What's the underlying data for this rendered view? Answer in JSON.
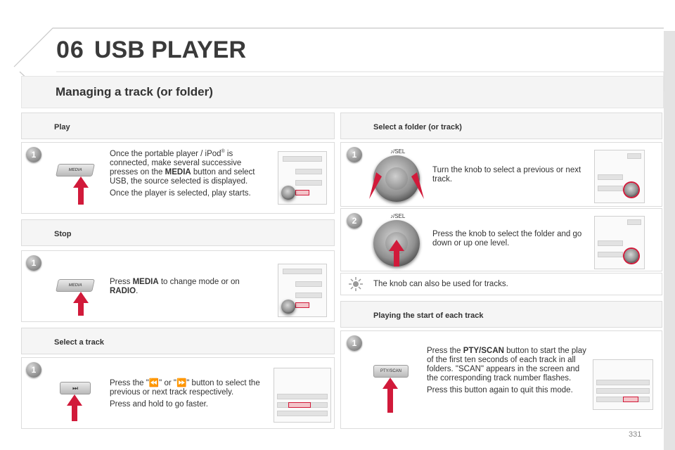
{
  "header": {
    "chapter": "06",
    "title": "USB PLAYER"
  },
  "section_title": "Managing a track (or folder)",
  "play": {
    "label": "Play",
    "step": "1",
    "button_label": "MEDIA",
    "line1": "Once the portable player / iPod",
    "reg": "®",
    "line1b": " is connected, make several successive presses on the ",
    "media": "MEDIA",
    "line1c": " button and select USB, the source selected is displayed.",
    "line2": "Once the player is selected, play starts."
  },
  "stop": {
    "label": "Stop",
    "step": "1",
    "button_label": "MEDIA",
    "pre": "Press ",
    "media": "MEDIA",
    "mid": " to change mode or on ",
    "radio": "RADIO",
    "end": "."
  },
  "select_track": {
    "label": "Select a track",
    "step": "1",
    "button_label": "⏭",
    "line1": "Press the \"⏪\" or \"⏩\" button to select the previous or next track respectively.",
    "line2": "Press and hold to go faster."
  },
  "select_folder": {
    "label": "Select a folder (or track)",
    "knob_label": "♪/SEL",
    "step1": "1",
    "text1": "Turn the knob to select a previous or next track.",
    "step2": "2",
    "text2": "Press the knob to select the folder and go down or up one level.",
    "note": "The knob can also be used for tracks."
  },
  "playing_start": {
    "label": "Playing the start of each track",
    "step": "1",
    "button_label": "PTY/SCAN",
    "pre": "Press the ",
    "btn": "PTY/SCAN",
    "line1": " button to start the play of the first ten seconds of each track in all folders. \"SCAN\" appears in the screen and the corresponding track number flashes.",
    "line2": "Press this button again to quit this mode."
  },
  "footer": {
    "page": "331"
  },
  "colors": {
    "accent_arrow": "#d11a3a",
    "panel_bg": "#f5f5f5"
  }
}
